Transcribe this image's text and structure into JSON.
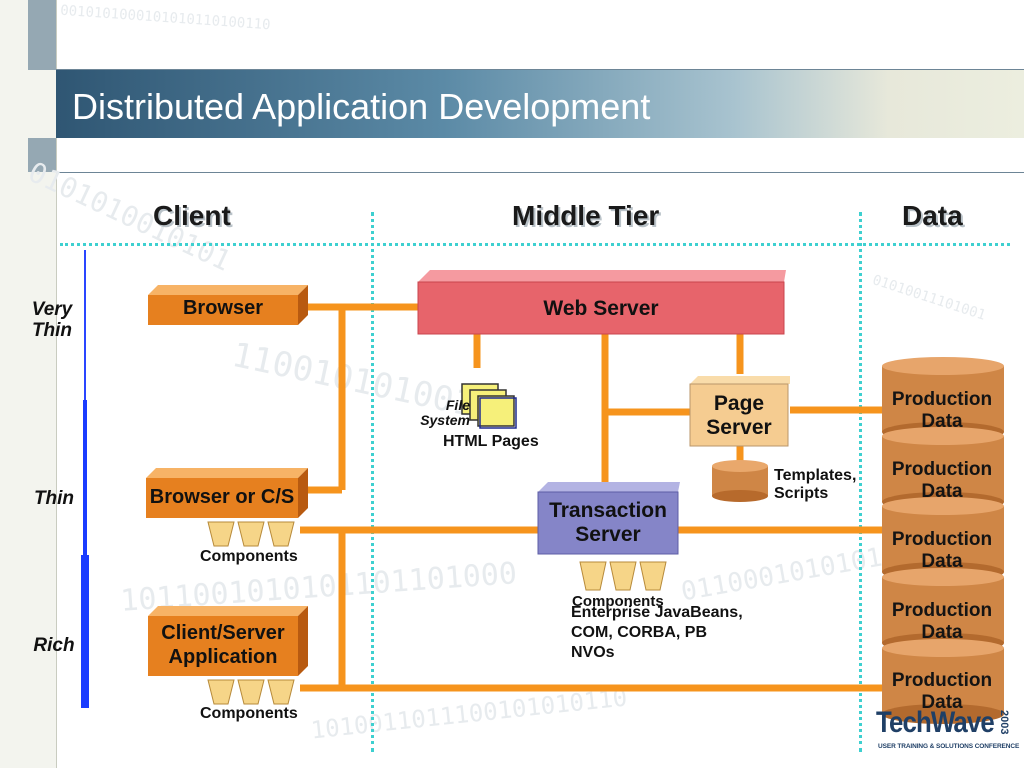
{
  "slide": {
    "title": "Distributed Application Development"
  },
  "columns": {
    "client": "Client",
    "middle": "Middle Tier",
    "data": "Data"
  },
  "levels": {
    "very_thin": [
      "Very",
      "Thin"
    ],
    "thin": "Thin",
    "rich": "Rich"
  },
  "client": {
    "browser": "Browser",
    "browser_cs": "Browser or C/S",
    "components1": "Components",
    "client_server_app": [
      "Client/Server",
      "Application"
    ],
    "components2": "Components"
  },
  "middle": {
    "web_server": "Web Server",
    "file_system": [
      "File",
      "System"
    ],
    "html_pages": "HTML Pages",
    "page_server": [
      "Page",
      "Server"
    ],
    "templates": [
      "Templates,",
      "Scripts"
    ],
    "transaction_server": [
      "Transaction",
      "Server"
    ],
    "components": "Components",
    "ejb_note": [
      "Enterprise JavaBeans,",
      "COM, CORBA, PB",
      "NVOs"
    ]
  },
  "data": {
    "production": [
      [
        "Production",
        "Data"
      ],
      [
        "Production",
        "Data"
      ],
      [
        "Production",
        "Data"
      ],
      [
        "Production",
        "Data"
      ],
      [
        "Production",
        "Data"
      ]
    ]
  },
  "logo": {
    "name": "TechWave",
    "year": "2003",
    "tagline": "USER TRAINING & SOLUTIONS CONFERENCE"
  },
  "colors": {
    "connector": "#f6941d",
    "component_box": "#e6801f",
    "web_server": "#e7646b",
    "page_server": "#f5cc91",
    "transaction_server": "#8585c8",
    "cylinder": "#cf8646",
    "separator": "#3ed0d0",
    "spectrum_bar": "#1a3cff"
  }
}
